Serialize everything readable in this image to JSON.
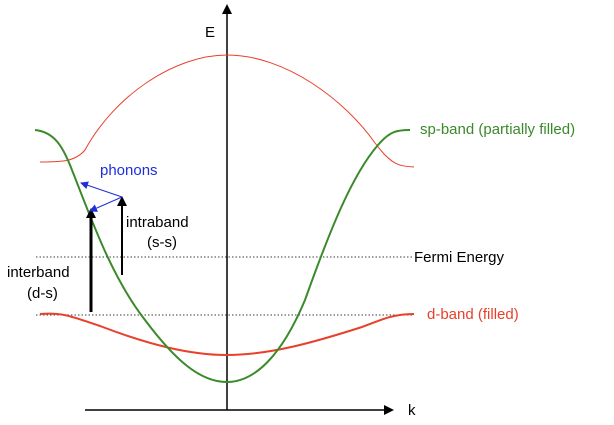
{
  "axes": {
    "y_label": "E",
    "x_label": "k"
  },
  "labels": {
    "sp_band": "sp-band (partially filled)",
    "d_band": "d-band (filled)",
    "fermi": "Fermi Energy",
    "phonons": "phonons",
    "intraband_line1": "intraband",
    "intraband_line2": "(s-s)",
    "interband_line1": "interband",
    "interband_line2": "(d-s)"
  },
  "colors": {
    "sp_band": "#3a8a2a",
    "upper_band": "#e8402a",
    "d_band": "#e8402a",
    "phonon": "#1f2fd6",
    "axis": "#000000",
    "text": "#000000"
  }
}
